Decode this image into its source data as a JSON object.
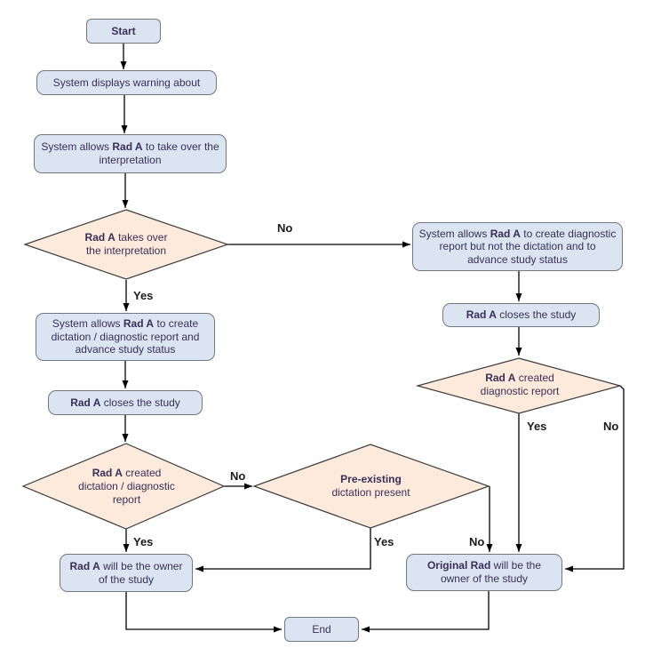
{
  "colors": {
    "background": "#ffffff",
    "box_fill": "#dbe5f1",
    "box_border": "#73777e",
    "diamond_fill": "#fdeada",
    "diamond_border": "#3c3c3c",
    "text_color": "#392e58",
    "edge_label_color": "#1b1b1b",
    "arrow_color": "#000000"
  },
  "nodes": {
    "start": {
      "label": "Start"
    },
    "warning": {
      "text": "System displays warning about"
    },
    "takeover_allow": {
      "pre": "System allows ",
      "bold": "Rad A",
      "post": " to take over the interpretation"
    },
    "decision_takeover": {
      "bold": "Rad A",
      "post": " takes over the interpretation"
    },
    "create_dictation_report": {
      "pre": "System allows ",
      "bold": "Rad A",
      "post": " to create dictation / diagnostic report and advance study status"
    },
    "create_report_only": {
      "pre": "System allows ",
      "bold": "Rad A",
      "post": " to create diagnostic report but not the dictation and to advance study status"
    },
    "close_left": {
      "bold": "Rad A",
      "post": " closes the study"
    },
    "close_right": {
      "bold": "Rad A",
      "post": " closes the study"
    },
    "decision_created_left": {
      "bold": "Rad A",
      "post": " created dictation / diagnostic report"
    },
    "decision_preexisting": {
      "bold": "Pre-existing",
      "line2": "dictation present"
    },
    "decision_created_right": {
      "bold": "Rad A",
      "post": " created diagnostic report"
    },
    "rada_owner": {
      "bold": "Rad A",
      "post": " will be the owner of the study"
    },
    "original_owner": {
      "bold": "Original Rad",
      "post": " will be the owner of the study"
    },
    "end": {
      "label": "End"
    }
  },
  "edge_labels": {
    "takeover_no": "No",
    "takeover_yes": "Yes",
    "created_left_no": "No",
    "created_left_yes": "Yes",
    "preexisting_yes": "Yes",
    "preexisting_no": "No",
    "created_right_yes": "Yes",
    "created_right_no": "No"
  }
}
